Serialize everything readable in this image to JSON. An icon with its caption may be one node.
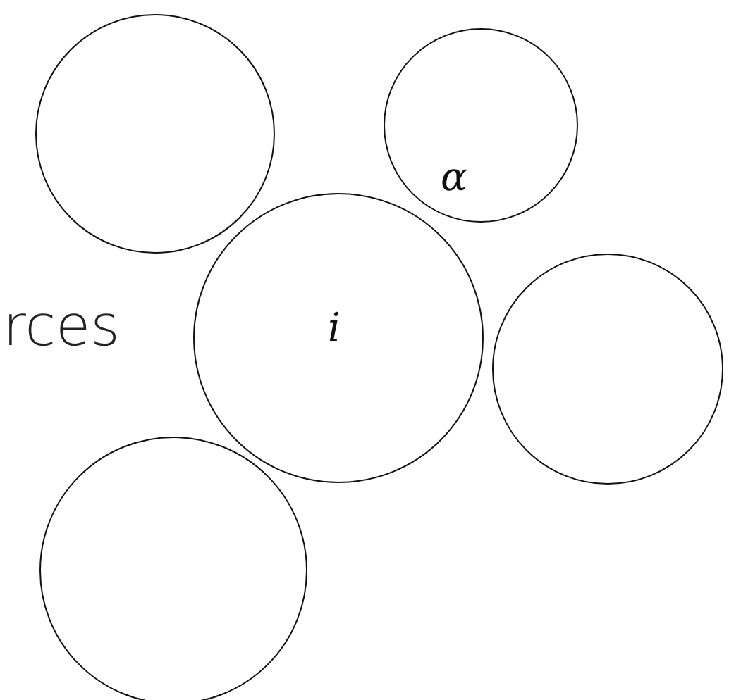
{
  "diagram": {
    "nodes": [
      {
        "text": [],
        "shape": "circle"
      },
      {
        "text": [
          "α"
        ]
      },
      {
        "text": [
          "i"
        ]
      },
      {
        "text": [],
        "shape": "circle"
      },
      {
        "text": [],
        "shape": "circle"
      }
    ],
    "labels": [
      "rces"
    ]
  }
}
